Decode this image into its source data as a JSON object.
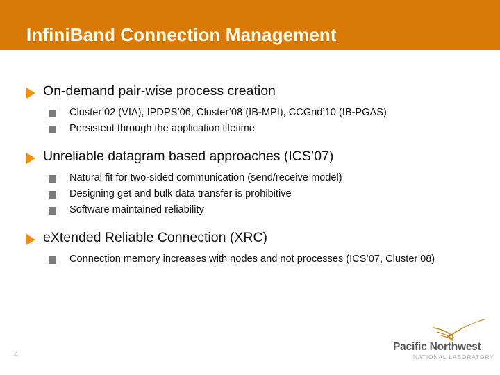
{
  "slide": {
    "title": "InfiniBand Connection Management",
    "page_number": "4",
    "header_color": "#d97a06",
    "title_color": "#fffdf0",
    "bullet_triangle_color": "#ef8f12",
    "bullet_square_color": "#7b7b7b"
  },
  "content": {
    "groups": [
      {
        "heading": "On-demand pair-wise process creation",
        "items": [
          "Cluster’02 (VIA), IPDPS’06, Cluster’08  (IB-MPI), CCGrid’10 (IB-PGAS)",
          "Persistent through the application lifetime"
        ]
      },
      {
        "heading": "Unreliable datagram based approaches (ICS’07)",
        "items": [
          "Natural fit for two-sided communication (send/receive model)",
          "Designing get and bulk data transfer is prohibitive",
          "Software maintained reliability"
        ]
      },
      {
        "heading": "eXtended Reliable Connection (XRC)",
        "items": [
          "Connection memory increases with nodes and not processes (ICS’07, Cluster’08)"
        ]
      }
    ]
  },
  "logo": {
    "name": "Pacific Northwest",
    "subtitle": "NATIONAL LABORATORY",
    "mark_color": "#c8861b",
    "name_color": "#58585a",
    "subtitle_color": "#a9a9ad"
  }
}
